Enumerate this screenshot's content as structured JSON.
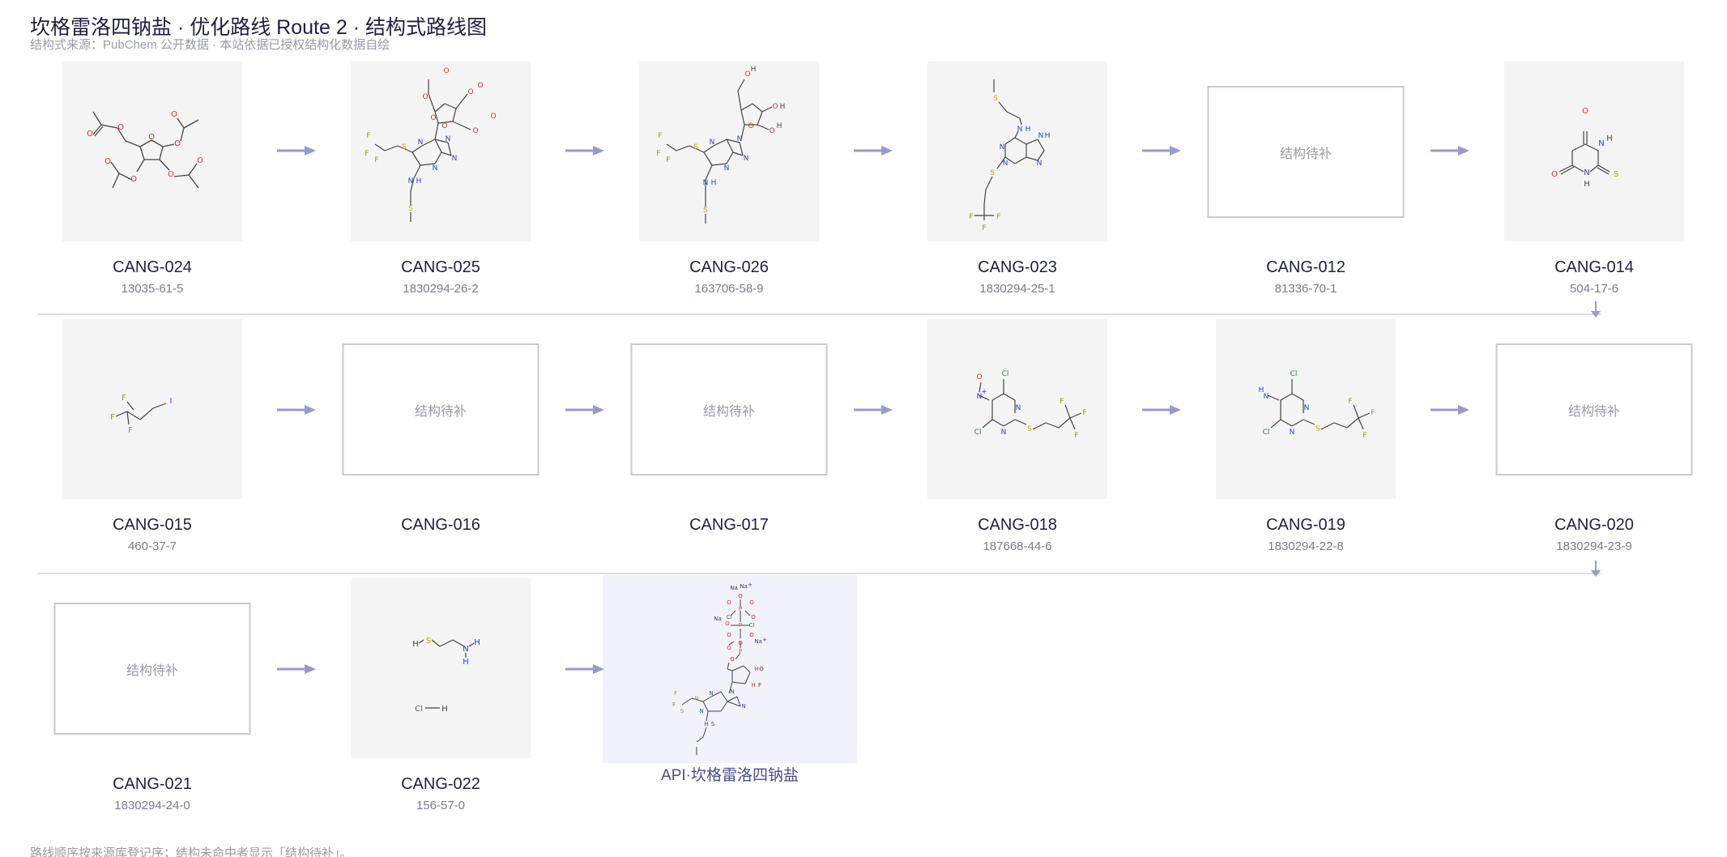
{
  "header": {
    "title": "坎格雷洛四钠盐 · 优化路线 Route 2 · 结构式路线图",
    "subtitle": "结构式来源：PubChem 公开数据 · 本站依据已授权结构化数据自绘"
  },
  "placeholder_text": "结构待补",
  "nodes": [
    {
      "code": "CANG-024",
      "cas": "13035-61-5"
    },
    {
      "code": "CANG-025",
      "cas": "1830294-26-2"
    },
    {
      "code": "CANG-026",
      "cas": "163706-58-9"
    },
    {
      "code": "CANG-023",
      "cas": "1830294-25-1"
    },
    {
      "code": "CANG-012",
      "cas": "81336-70-1"
    },
    {
      "code": "CANG-014",
      "cas": "504-17-6"
    },
    {
      "code": "CANG-015",
      "cas": "460-37-7"
    },
    {
      "code": "CANG-016",
      "cas": ""
    },
    {
      "code": "CANG-017",
      "cas": ""
    },
    {
      "code": "CANG-018",
      "cas": "187668-44-6"
    },
    {
      "code": "CANG-019",
      "cas": "1830294-22-8"
    },
    {
      "code": "CANG-020",
      "cas": "1830294-23-9"
    },
    {
      "code": "CANG-021",
      "cas": "1830294-24-0"
    },
    {
      "code": "CANG-022",
      "cas": "156-57-0"
    }
  ],
  "api": {
    "label": "API·坎格雷洛四钠盐"
  },
  "atoms": {
    "cang024": [
      "O",
      "O",
      "O",
      "O",
      "O",
      "O",
      "O",
      "O",
      "O"
    ],
    "cang025": [
      "F",
      "F",
      "F",
      "S",
      "N",
      "N",
      "N",
      "N",
      "N",
      "H",
      "S",
      "O",
      "O",
      "O",
      "O",
      "O",
      "O",
      "O",
      "O"
    ],
    "cang026": [
      "F",
      "F",
      "F",
      "S",
      "N",
      "N",
      "N",
      "N",
      "N",
      "H",
      "S",
      "O",
      "O",
      "H",
      "O",
      "H",
      "O",
      "H"
    ],
    "cang023": [
      "N",
      "H",
      "S",
      "N",
      "N",
      "N",
      "N",
      "H",
      "S",
      "F",
      "F",
      "F"
    ],
    "cang014": [
      "O",
      "N",
      "H",
      "S",
      "N",
      "H",
      "O"
    ],
    "cang015": [
      "F",
      "F",
      "F",
      "I"
    ],
    "cang018": [
      "O",
      "N",
      "+",
      "Cl",
      "N",
      "N",
      "Cl",
      "S",
      "F",
      "F",
      "F"
    ],
    "cang019": [
      "H",
      "N",
      "Cl",
      "N",
      "N",
      "Cl",
      "S",
      "F",
      "F",
      "F"
    ],
    "cang022": [
      "H",
      "S",
      "N",
      "H",
      "H",
      "Cl",
      "H"
    ],
    "api": [
      "Na",
      "Na",
      "+",
      "O",
      "P",
      "O",
      "O",
      "Cl",
      "Cl",
      "Na",
      "O",
      "P",
      "O",
      "O",
      "O",
      "Na",
      "+",
      "O",
      "P",
      "O",
      "O",
      "H",
      "O",
      "H",
      "F",
      "F",
      "F",
      "S",
      "N",
      "N",
      "N",
      "N",
      "N",
      "H",
      "S"
    ]
  },
  "footnote": "路线顺序按来源库登记序；结构未命中者显示「结构待补」。",
  "colors": {
    "accent": "#9a99cc",
    "title": "#1f2040",
    "muted": "#9a9aa8",
    "oxygen": "#c0392b",
    "nitrogen": "#2b3fbf",
    "sulfur": "#b8b000",
    "fluorine": "#8a9a2a",
    "iodine": "#8a2be2",
    "chlorine": "#3a7a3a",
    "phosphorus": "#c76a00",
    "sodium": "#3030b0",
    "placeholder_border": "#c9c9d3",
    "structure_bg": "#f4f4f4",
    "api_bg": "#f2f2fb"
  }
}
